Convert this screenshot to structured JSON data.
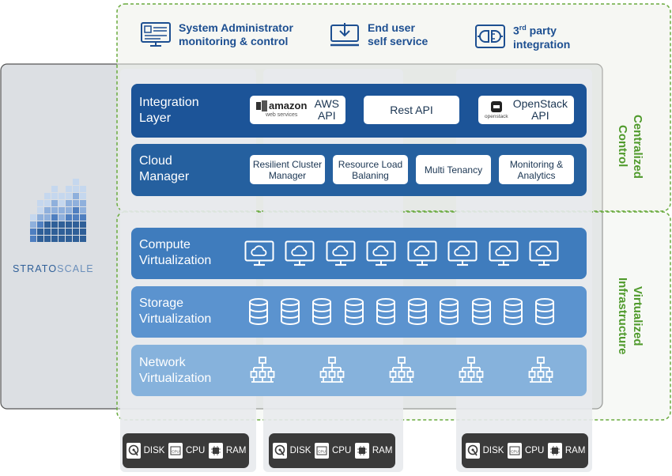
{
  "header": {
    "items": [
      {
        "line1": "System Administrator",
        "line2": "monitoring & control",
        "icon": "monitor-dashboard-icon"
      },
      {
        "line1": "End user",
        "line2": "self service",
        "icon": "download-tray-icon"
      },
      {
        "line1": "3rd party",
        "line1_sup": "rd",
        "line1_pre": "3",
        "line1_post": " party",
        "line2": "integration",
        "icon": "plug-connector-icon"
      }
    ]
  },
  "side_labels": {
    "centralized": [
      "Centralized",
      "Control"
    ],
    "virtualized": [
      "Virtualized",
      "Infrastructure"
    ]
  },
  "logo": {
    "text": "STRATOSCALE",
    "text_a": "STRATO",
    "text_b": "SCALE"
  },
  "integration": {
    "label": [
      "Integration",
      "Layer"
    ],
    "aws": {
      "logo": "amazon",
      "logo_sub": "web services",
      "text": [
        "AWS",
        "API"
      ]
    },
    "rest": "Rest API",
    "openstack": {
      "logo_sub": "openstack",
      "text": [
        "OpenStack",
        "API"
      ]
    }
  },
  "cloud": {
    "label": [
      "Cloud",
      "Manager"
    ],
    "items": [
      [
        "Resilient Cluster",
        "Manager"
      ],
      [
        "Resource Load",
        "Balaning"
      ],
      [
        "Multi Tenancy"
      ],
      [
        "Monitoring &",
        "Analytics"
      ]
    ]
  },
  "compute": {
    "label": [
      "Compute",
      "Virtualization"
    ],
    "icon": "cloud-monitor-icon",
    "count": 8
  },
  "storage": {
    "label": [
      "Storage",
      "Virtualization"
    ],
    "icon": "database-icon",
    "count": 10
  },
  "network": {
    "label": [
      "Network",
      "Virtualization"
    ],
    "icon": "network-tree-icon",
    "count": 5
  },
  "hardware": {
    "nodes": 3,
    "disk": "DISK",
    "cpu": "CPU",
    "ram": "RAM",
    "cpu_chip": "CPU"
  },
  "colors": {
    "integration": "#1c5498",
    "cloud": "#25609f",
    "compute": "#3f7cbd",
    "storage": "#5b93cf",
    "network": "#86b2dc",
    "green": "#4f9a2b",
    "header_text": "#1d4f91"
  }
}
